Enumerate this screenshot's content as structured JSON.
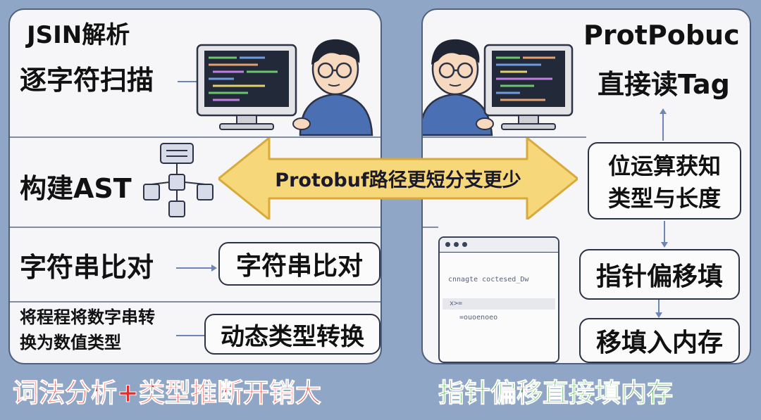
{
  "left": {
    "title": "JSIN解析",
    "scan_label": "逐字符扫描",
    "ast_label": "构建AST",
    "compare_label": "字符串比对",
    "compare_box": "字符串比对",
    "convert_line1": "将程程将数字串转",
    "convert_line2": "换为数值类型",
    "convert_box": "动态类型转换",
    "footer": "词法分析+类型推断开销大"
  },
  "center": {
    "arrow_label": "Protobuf路径更短分支更少"
  },
  "right": {
    "title": "ProtPobuc",
    "read_tag": "直接读Tag",
    "bitop_line1": "位运算获知",
    "bitop_line2": "类型与长度",
    "pointer_offset": "指针偏移填",
    "fill_memory": "移填入内存",
    "footer": "指针偏移直接填内存"
  },
  "code_window": {
    "line1": "cnnagte coctesed_Dw",
    "line2": "x>=",
    "line3": "=ouoenoeo"
  },
  "colors": {
    "left_footer": "#e0302d",
    "right_footer": "#2c9a2c",
    "arrow_fill": "#f6d77a",
    "background": "#8fa6c6"
  }
}
